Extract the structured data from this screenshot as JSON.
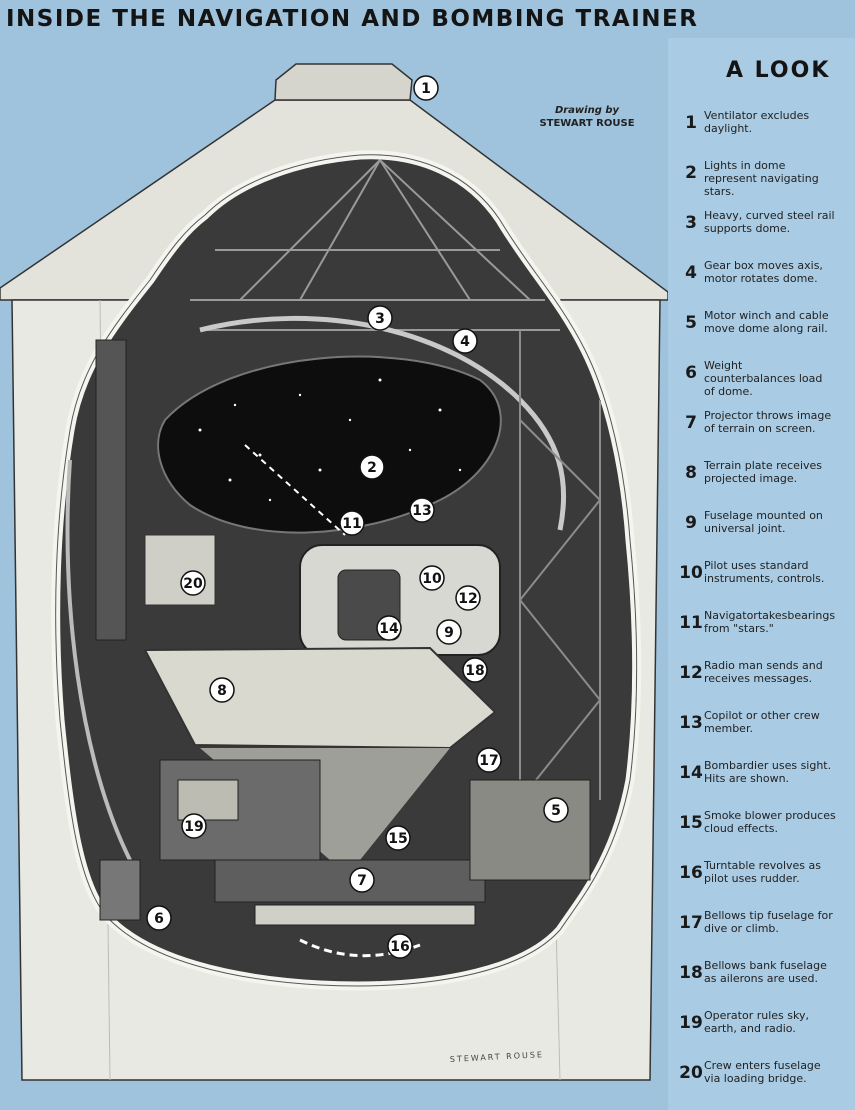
{
  "title": "INSIDE THE NAVIGATION AND BOMBING TRAINER",
  "legend_heading": "A LOOK",
  "credit": {
    "line1": "Drawing by",
    "line2": "STEWART ROUSE"
  },
  "signature": "STEWART ROUSE",
  "legend": [
    {
      "num": "1",
      "text": "Ventilator excludes daylight."
    },
    {
      "num": "2",
      "text": "Lights in dome represent navigating stars."
    },
    {
      "num": "3",
      "text": "Heavy, curved steel rail supports dome."
    },
    {
      "num": "4",
      "text": "Gear box moves axis, motor rotates dome."
    },
    {
      "num": "5",
      "text": "Motor winch and cable move dome along rail."
    },
    {
      "num": "6",
      "text": "Weight counterbalances load of dome."
    },
    {
      "num": "7",
      "text": "Projector throws image of terrain on screen."
    },
    {
      "num": "8",
      "text": "Terrain plate receives projected image."
    },
    {
      "num": "9",
      "text": "Fuselage mounted on universal joint."
    },
    {
      "num": "10",
      "text": "Pilot uses standard instruments, controls."
    },
    {
      "num": "11",
      "text": "Navigatortakesbearings from \"stars.\""
    },
    {
      "num": "12",
      "text": "Radio man sends and receives messages."
    },
    {
      "num": "13",
      "text": "Copilot or other crew member."
    },
    {
      "num": "14",
      "text": "Bombardier uses sight. Hits are shown."
    },
    {
      "num": "15",
      "text": "Smoke blower produces cloud effects."
    },
    {
      "num": "16",
      "text": "Turntable revolves as pilot uses rudder."
    },
    {
      "num": "17",
      "text": "Bellows tip fuselage for dive or climb."
    },
    {
      "num": "18",
      "text": "Bellows bank fuselage as ailerons are used."
    },
    {
      "num": "19",
      "text": "Operator rules sky, earth, and radio."
    },
    {
      "num": "20",
      "text": "Crew enters fuselage via loading bridge."
    }
  ],
  "callouts": [
    "1",
    "2",
    "3",
    "4",
    "5",
    "6",
    "7",
    "8",
    "9",
    "10",
    "11",
    "12",
    "13",
    "14",
    "15",
    "16",
    "17",
    "18",
    "19",
    "20"
  ]
}
